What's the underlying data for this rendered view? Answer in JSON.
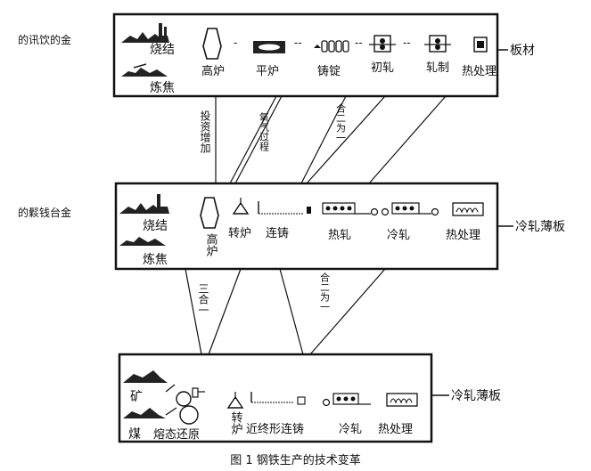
{
  "caption": "图 1 钢铁生产的技术变革",
  "side_labels": {
    "top": "的讯饮的金",
    "middle": "的鬏钱台金"
  },
  "stage1": {
    "steps": [
      "烧结",
      "炼焦",
      "高炉",
      "平炉",
      "铸锭",
      "初轧",
      "轧制",
      "热处理"
    ],
    "product": "板材"
  },
  "stage2": {
    "steps": [
      "烧结",
      "炼焦",
      "高炉",
      "转炉",
      "连铸",
      "热轧",
      "冷轧",
      "热处理"
    ],
    "product": "冷轧薄板"
  },
  "stage3": {
    "steps": [
      "矿",
      "煤",
      "熔态还原",
      "转炉",
      "近终形连铸",
      "冷轧",
      "热处理"
    ],
    "product": "冷轧薄板"
  },
  "transitions": {
    "t1_invest": "投资增加",
    "t1_oxygen": "氧气过程",
    "t1_merge": "合二为一",
    "t2_three": "三合一",
    "t2_merge": "合二为一"
  }
}
